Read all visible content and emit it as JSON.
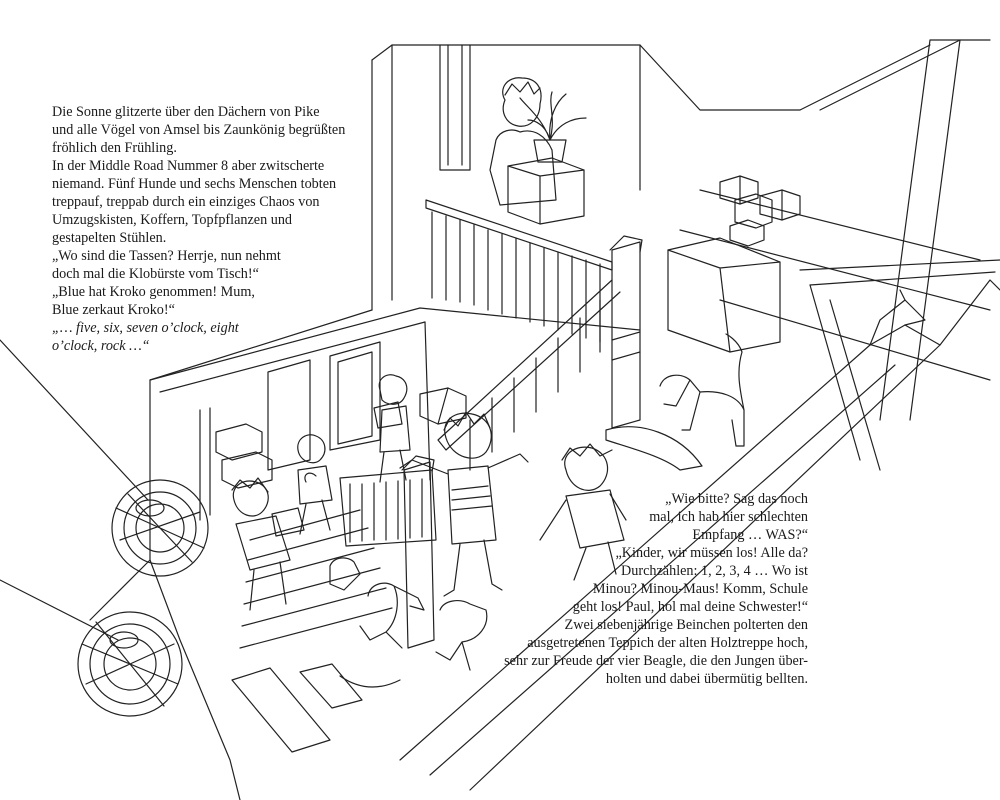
{
  "left_text": {
    "lines": [
      "Die Sonne glitzerte über den Dächern von Pike",
      "und alle Vögel von Amsel bis Zaunkönig begrüßten",
      "fröhlich den Frühling.",
      "In der Middle Road Nummer 8 aber zwitscherte",
      "niemand. Fünf Hunde und sechs Menschen tobten",
      "treppauf, treppab durch ein einziges Chaos von",
      "Umzugskisten, Koffern, Topfpflanzen und",
      "gestapelten Stühlen.",
      "„Wo sind die Tassen? Herrje, nun nehmt",
      "doch mal die Klobürste vom Tisch!“",
      "„Blue hat Kroko genommen! Mum,",
      "Blue zerkaut Kroko!“"
    ],
    "italic_lines": [
      "„… five, six, seven o’clock, eight",
      "o’clock, rock …“"
    ]
  },
  "right_text": {
    "lines": [
      "„Wie bitte? Sag das noch",
      "mal, ich hab hier schlechten",
      "Empfang … WAS?“",
      "„Kinder, wir müssen los! Alle da?",
      "Durchzählen: 1, 2, 3, 4 … Wo ist",
      "Minou? Minou-Maus! Komm, Schule",
      "geht los! Paul, hol mal deine Schwester!“",
      "Zwei siebenjährige Beinchen polterten den",
      "ausgetretenen Teppich der alten Holztreppe hoch,",
      "sehr zur Freude der vier Beagle, die den Jungen über-",
      "holten und dabei übermütig bellten."
    ]
  },
  "colors": {
    "ink": "#1a1a1a",
    "paper": "#ffffff"
  }
}
